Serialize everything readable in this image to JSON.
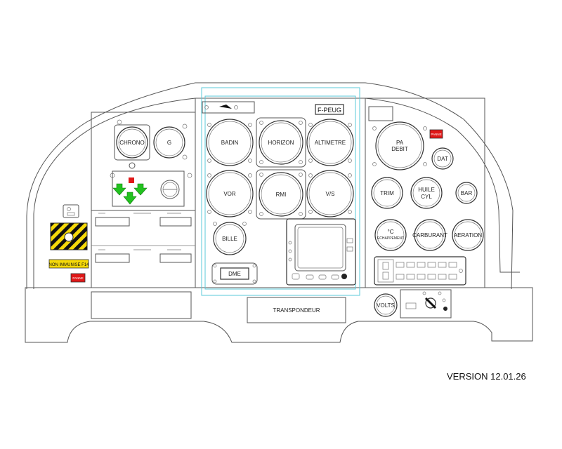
{
  "version": "VERSION 12.01.26",
  "registration": "F-PEUG",
  "labels": {
    "chrono": "CHRONO",
    "g": "G",
    "badin": "BADIN",
    "horizon": "HORIZON",
    "altimetre": "ALTIMETRE",
    "vor": "VOR",
    "rmi": "RMI",
    "vs": "V/S",
    "bille": "BILLE",
    "dme": "DME",
    "pa": "PA",
    "debit": "DEBIT",
    "dat": "DAT",
    "trim": "TRIM",
    "huile": "HUILE",
    "cyl": "CYL",
    "bar": "BAR",
    "temp_deg": "°C",
    "temp_sub": "ECHAPPEMENT",
    "carburant": "CARBURANT",
    "aeration": "AERATION",
    "volts": "VOLTS",
    "transpondeur": "TRANSPONDEUR",
    "non_immunise": "NON IMMUNISE F14",
    "warn_left": "PANNE",
    "warn_right": "PANNE"
  },
  "colors": {
    "warning_red": "#e01818",
    "caution_yellow": "#f5d90a",
    "arrow_green": "#22c21f",
    "overlay_cyan": "#5ac8d8"
  }
}
